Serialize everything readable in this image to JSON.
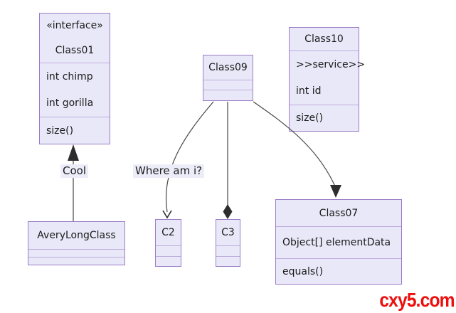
{
  "diagram": {
    "type": "uml-class-diagram",
    "colors": {
      "background": "#ffffff",
      "box_fill": "#e9e8f8",
      "box_border": "#9b7cc6",
      "separator": "#bfabdd",
      "edge_line": "#454545",
      "arrow_fill": "#2d2d2d",
      "label_bg": "#ededfa",
      "text": "#1b1b1b",
      "watermark": "#ee0e0e"
    },
    "classes": {
      "class01": {
        "stereotype": "«interface»",
        "name": "Class01",
        "attributes": [
          "int chimp",
          "int gorilla"
        ],
        "methods": [
          "size()"
        ]
      },
      "class09": {
        "name": "Class09",
        "attributes": [],
        "methods": []
      },
      "class10": {
        "name": "Class10",
        "attributes": [
          ">>service>>",
          "int id"
        ],
        "methods": [
          "size()"
        ]
      },
      "averylongclass": {
        "name": "AveryLongClass",
        "attributes": [],
        "methods": []
      },
      "c2": {
        "name": "C2",
        "attributes": [],
        "methods": []
      },
      "c3": {
        "name": "C3",
        "attributes": [],
        "methods": []
      },
      "class07": {
        "name": "Class07",
        "attributes": [
          "Object[] elementData"
        ],
        "methods": [
          "equals()"
        ]
      }
    },
    "edges": [
      {
        "from": "AveryLongClass",
        "to": "Class01",
        "label": "Cool",
        "arrowhead": "filled-triangle"
      },
      {
        "from": "Class09",
        "to": "C2",
        "label": "Where am i?",
        "arrowhead": "open-arrow"
      },
      {
        "from": "Class09",
        "to": "C3",
        "label": "",
        "arrowhead": "filled-diamond"
      },
      {
        "from": "Class09",
        "to": "Class07",
        "label": "",
        "arrowhead": "filled-triangle"
      }
    ],
    "edge_labels": {
      "cool": "Cool",
      "where": "Where am i?"
    },
    "watermark": "cxy5.com"
  }
}
